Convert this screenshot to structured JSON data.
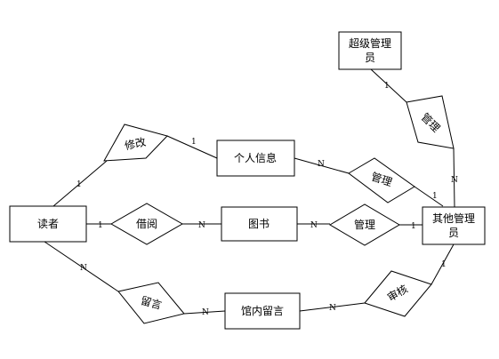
{
  "entities": {
    "reader": "读者",
    "personal_info": "个人信息",
    "book": "图书",
    "library_message": "馆内留言",
    "other_admin": [
      "其他管理",
      "员"
    ],
    "super_admin": [
      "超级管理",
      "员"
    ]
  },
  "relationships": {
    "modify": "修改",
    "manage_info": "管理",
    "borrow": "借阅",
    "manage_book": "管理",
    "leave_message": "留言",
    "review": "审核",
    "super_manage": "管理"
  },
  "cardinalities": {
    "reader_modify": "1",
    "modify_info": "1",
    "info_manage": "N",
    "manage_admin": "1",
    "reader_borrow": "1",
    "borrow_book": "N",
    "book_manage": "N",
    "manage_admin_book": "1",
    "reader_message": "N",
    "message_msg": "N",
    "msg_review": "N",
    "review_admin": "1",
    "super_top": "1",
    "super_bottom": "N"
  }
}
